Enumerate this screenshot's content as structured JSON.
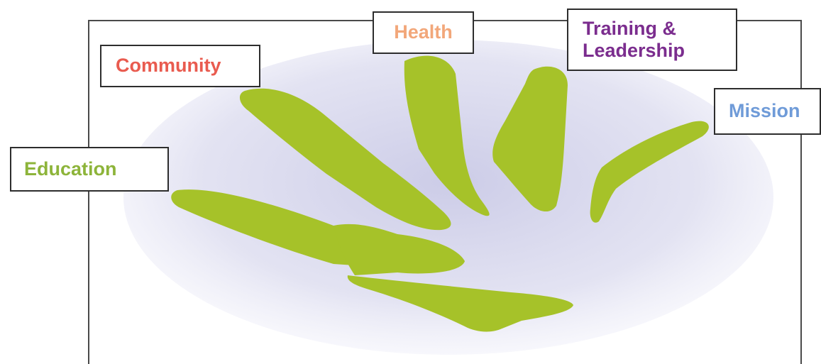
{
  "labels": {
    "education": "Education",
    "community": "Community",
    "health": "Health",
    "training": "Training & Leadership",
    "mission": "Mission"
  },
  "colors": {
    "education": "#8db43a",
    "community": "#e95b4f",
    "health": "#f2a77a",
    "training": "#7b2d8e",
    "mission": "#6f9bd8",
    "hand": "#a6c229",
    "ellipse": "#dcdcef",
    "frame": "#4a4a4a"
  }
}
